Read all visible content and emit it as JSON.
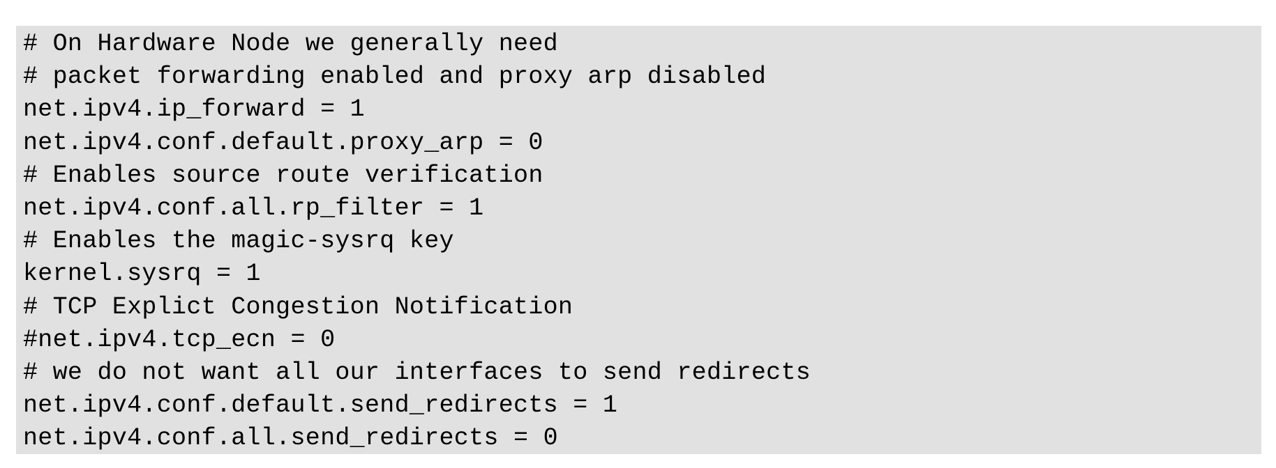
{
  "colors": {
    "page_background": "#ffffff",
    "code_background": "#e1e1e1",
    "code_text": "#000000"
  },
  "code_block": {
    "lines": [
      "# On Hardware Node we generally need",
      "# packet forwarding enabled and proxy arp disabled",
      "net.ipv4.ip_forward = 1",
      "net.ipv4.conf.default.proxy_arp = 0",
      "# Enables source route verification",
      "net.ipv4.conf.all.rp_filter = 1",
      "# Enables the magic-sysrq key",
      "kernel.sysrq = 1",
      "# TCP Explict Congestion Notification",
      "#net.ipv4.tcp_ecn = 0",
      "# we do not want all our interfaces to send redirects",
      "net.ipv4.conf.default.send_redirects = 1",
      "net.ipv4.conf.all.send_redirects = 0"
    ]
  }
}
